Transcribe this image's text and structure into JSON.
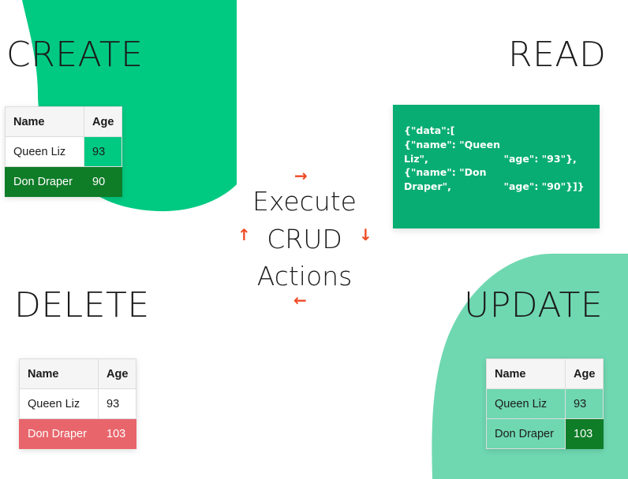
{
  "palette": {
    "blob_create": "#00ca82",
    "blob_update": "#6fd8b1",
    "panel_green": "#08ad73",
    "row_added_green": "#0f7c28",
    "row_removed_red": "#e8656c",
    "arrow_orange": "#ef4b26",
    "header_gray": "#f5f5f5",
    "text_dark": "#1b1b1b",
    "background": "#ffffff"
  },
  "headings": {
    "create": "CREATE",
    "read": "READ",
    "delete": "DELETE",
    "update": "UPDATE"
  },
  "center": {
    "line1": "Execute",
    "line2": "CRUD",
    "line3": "Actions",
    "arrow_right": "→",
    "arrow_up": "↑",
    "arrow_down": "↓",
    "arrow_left": "←"
  },
  "table_headers": {
    "name": "Name",
    "age": "Age"
  },
  "tables": {
    "create": {
      "columns": [
        "Name",
        "Age"
      ],
      "rows": [
        {
          "name": "Queen Liz",
          "age": "93",
          "state": "plain"
        },
        {
          "name": "Don Draper",
          "age": "90",
          "state": "added"
        }
      ]
    },
    "delete": {
      "columns": [
        "Name",
        "Age"
      ],
      "rows": [
        {
          "name": "Queen Liz",
          "age": "93",
          "state": "plain"
        },
        {
          "name": "Don Draper",
          "age": "103",
          "state": "removed"
        }
      ]
    },
    "update": {
      "columns": [
        "Name",
        "Age"
      ],
      "rows": [
        {
          "name": "Queen Liz",
          "age": "93",
          "state": "plain"
        },
        {
          "name": "Don Draper",
          "age": "103",
          "state": "changed"
        }
      ]
    }
  },
  "read_panel": {
    "left_lines": [
      "{\"data\":[",
      "{\"name\": \"Queen Liz\",",
      "{\"name\": \"Don Draper\","
    ],
    "right_lines": [
      "\"age\": \"93\"},",
      "\"age\": \"90\"}]}"
    ],
    "left_line_0": "{\"data\":[",
    "left_line_1": "{\"name\": \"Queen Liz\",",
    "left_line_2": "{\"name\": \"Don Draper\",",
    "right_line_0": "\"age\": \"93\"},",
    "right_line_1": "\"age\": \"90\"}]}"
  }
}
